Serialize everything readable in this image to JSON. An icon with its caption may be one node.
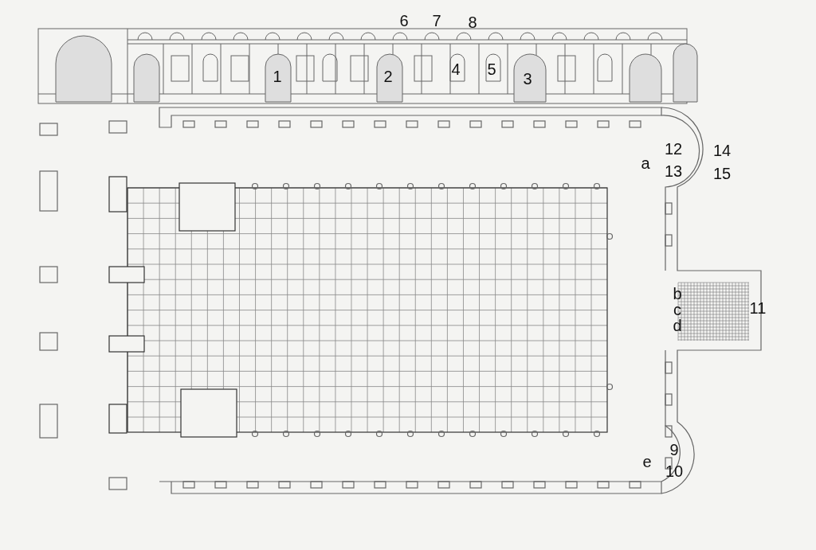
{
  "diagram": {
    "labels": [
      "6",
      "7",
      "8",
      "1",
      "2",
      "4",
      "5",
      "3",
      "12",
      "14",
      "a",
      "13",
      "15",
      "b",
      "c",
      "11",
      "d",
      "9",
      "e",
      "10"
    ]
  }
}
